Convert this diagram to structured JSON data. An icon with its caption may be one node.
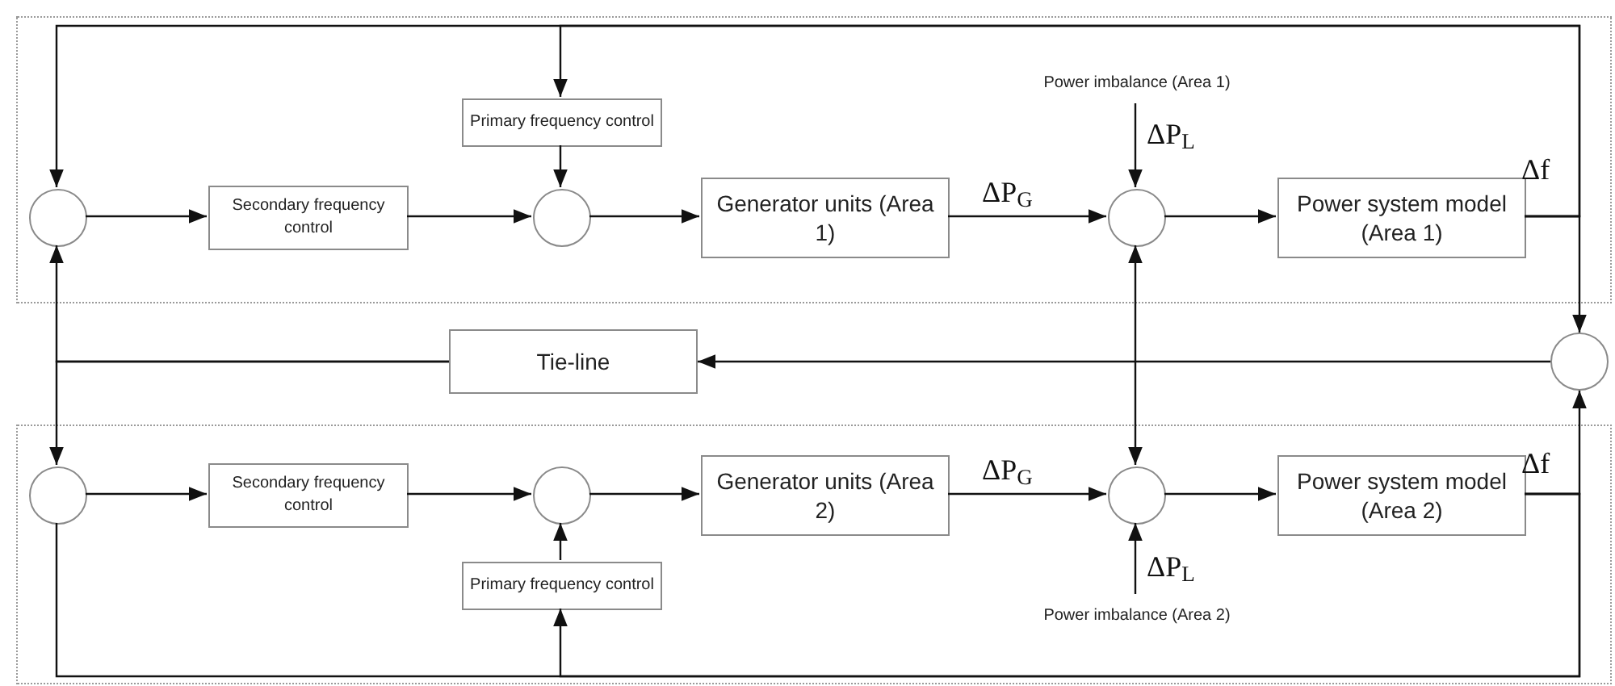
{
  "diagram": {
    "nodes": [
      {
        "text": [],
        "shape": "box"
      },
      {
        "text": [
          "Power imbalance (Area 1)"
        ],
        "in": 0
      },
      {
        "text": [
          "Primary frequency control"
        ],
        "in": 0
      },
      {
        "text": [],
        "shape": "circle",
        "in": 0
      },
      {
        "text": [
          "Secondary frequency control"
        ],
        "in": 0
      },
      {
        "text": [],
        "shape": "circle",
        "in": 0
      },
      {
        "text": [
          "Generator units (Area 1)"
        ],
        "in": 0
      },
      {
        "text": [],
        "shape": "circle",
        "in": 0
      },
      {
        "text": [
          "Power system model (Area 1)"
        ],
        "in": 0
      },
      {
        "text": [
          "Tie-line"
        ]
      },
      {
        "text": [],
        "shape": "circle"
      },
      {
        "text": [],
        "shape": "box"
      },
      {
        "text": [],
        "shape": "circle",
        "in": 11
      },
      {
        "text": [
          "Secondary frequency control"
        ],
        "in": 11
      },
      {
        "text": [],
        "shape": "circle",
        "in": 11
      },
      {
        "text": [
          "Generator units (Area 2)"
        ],
        "in": 11
      },
      {
        "text": [],
        "shape": "circle",
        "in": 11
      },
      {
        "text": [
          "Power system model (Area 2)"
        ],
        "in": 11
      },
      {
        "text": [
          "Primary frequency control"
        ],
        "in": 11
      },
      {
        "text": [
          "Power imbalance (Area 2)"
        ],
        "in": 11
      }
    ],
    "edges": [
      {
        "from": 3,
        "to": 4,
        "arrow": "to"
      },
      {
        "from": 4,
        "to": 5,
        "arrow": "to"
      },
      {
        "from": 2,
        "to": 5,
        "arrow": "to"
      },
      {
        "from": 5,
        "to": 6,
        "arrow": "to"
      },
      {
        "from": 6,
        "to": 7,
        "arrow": "to",
        "label": "ΔP$_{G}$"
      },
      {
        "from": 1,
        "to": 7,
        "arrow": "to",
        "label": "ΔP$_{L}$"
      },
      {
        "from": 7,
        "to": 8,
        "arrow": "to"
      },
      {
        "from": 8,
        "to": 3,
        "arrow": "to"
      },
      {
        "from": 8,
        "to": 2,
        "arrow": "to"
      },
      {
        "from": 8,
        "to": 10,
        "arrow": "to",
        "label": "Δf"
      },
      {
        "from": 10,
        "to": 9,
        "arrow": "to"
      },
      {
        "from": 9,
        "to": 3,
        "arrow": "to"
      },
      {
        "from": 9,
        "to": 12,
        "arrow": "to"
      },
      {
        "from": 7,
        "to": 16,
        "arrow": "both"
      },
      {
        "from": 12,
        "to": 13,
        "arrow": "to"
      },
      {
        "from": 13,
        "to": 14,
        "arrow": "to"
      },
      {
        "from": 18,
        "to": 14,
        "arrow": "to"
      },
      {
        "from": 14,
        "to": 15,
        "arrow": "to"
      },
      {
        "from": 15,
        "to": 16,
        "arrow": "to",
        "label": "ΔP$_{G}$"
      },
      {
        "from": 19,
        "to": 16,
        "arrow": "to",
        "label": "ΔP$_{L}$"
      },
      {
        "from": 16,
        "to": 17,
        "arrow": "to"
      },
      {
        "from": 17,
        "to": 10,
        "arrow": "to",
        "label": "Δf"
      },
      {
        "from": 17,
        "to": 18,
        "arrow": "to"
      },
      {
        "from": 17,
        "to": 12,
        "arrow": "none"
      }
    ]
  }
}
